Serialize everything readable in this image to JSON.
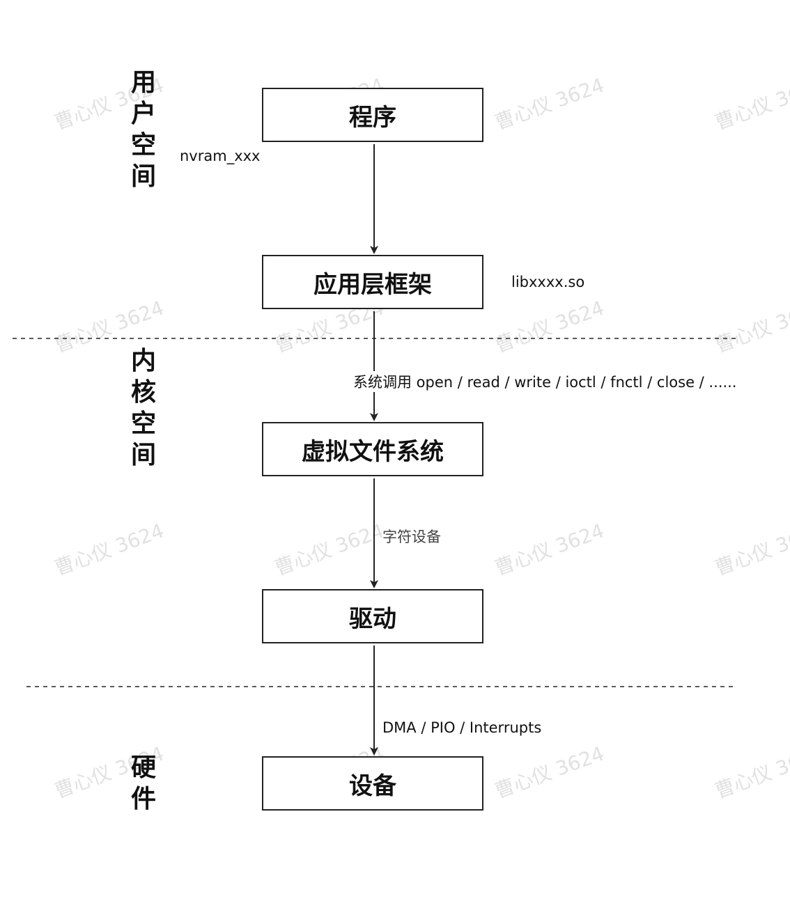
{
  "regions": [
    {
      "id": "user",
      "label": "用户空间"
    },
    {
      "id": "kernel",
      "label": "内核空间"
    },
    {
      "id": "hardware",
      "label": "硬件"
    }
  ],
  "nodes": [
    {
      "id": "program",
      "label": "程序"
    },
    {
      "id": "framework",
      "label": "应用层框架"
    },
    {
      "id": "vfs",
      "label": "虚拟文件系统"
    },
    {
      "id": "driver",
      "label": "驱动"
    },
    {
      "id": "device",
      "label": "设备"
    }
  ],
  "edges": [
    {
      "from": "program",
      "to": "framework",
      "label": ""
    },
    {
      "from": "framework",
      "to": "vfs",
      "label": "系统调用 open / read / write / ioctl / fnctl / close / ......"
    },
    {
      "from": "vfs",
      "to": "driver",
      "label": "字符设备"
    },
    {
      "from": "driver",
      "to": "device",
      "label": "DMA / PIO / Interrupts"
    }
  ],
  "annotations": {
    "program_note": "nvram_xxx",
    "framework_note": "libxxxx.so"
  },
  "watermark": "曹心仪 3624",
  "colors": {
    "line": "#222222",
    "watermark": "#c8c8c8"
  }
}
